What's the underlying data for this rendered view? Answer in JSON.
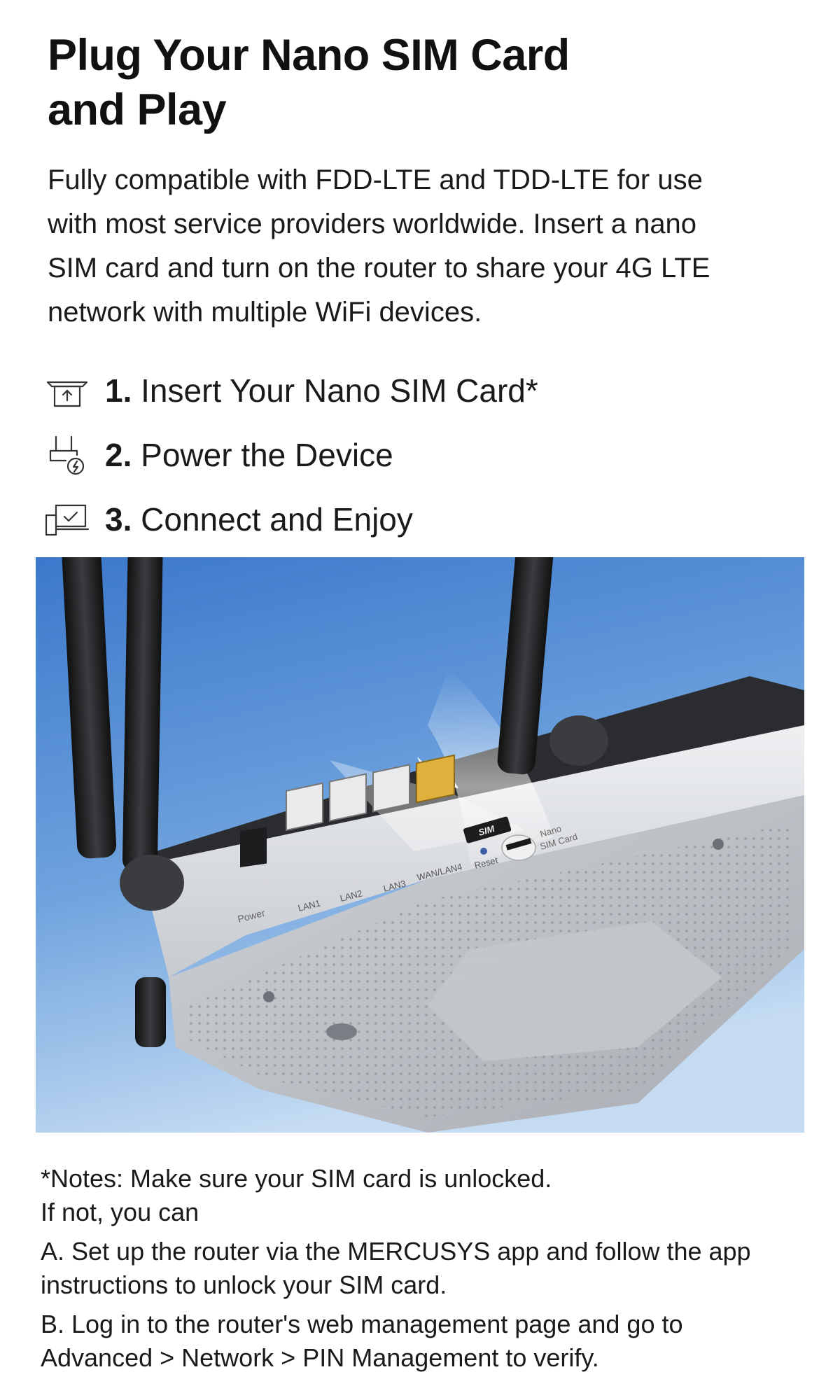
{
  "heading": {
    "line1": "Plug Your Nano SIM Card",
    "line2": "and Play"
  },
  "intro": {
    "lines": [
      "Fully compatible with FDD-LTE and TDD-LTE for use",
      "with most service providers worldwide. Insert a nano",
      "SIM card and turn on the router to share your 4G LTE",
      "network with multiple WiFi devices."
    ]
  },
  "steps": [
    {
      "num": "1.",
      "label": "Insert Your Nano SIM Card*",
      "icon": "sim-insert-icon"
    },
    {
      "num": "2.",
      "label": "Power the Device",
      "icon": "power-plug-icon"
    },
    {
      "num": "3.",
      "label": "Connect and Enjoy",
      "icon": "devices-check-icon"
    }
  ],
  "router": {
    "sim_label": "SIM",
    "nano_label": "Nano",
    "sim_card_label": "SIM Card",
    "reset_label": "Reset",
    "wan_label": "WAN/LAN4",
    "lan3_label": "LAN3",
    "lan2_label": "LAN2",
    "lan1_label": "LAN1",
    "power_label": "Power"
  },
  "notes": {
    "line1": "*Notes: Make sure your SIM card is unlocked.",
    "line2": "If not, you can",
    "a1": "A. Set up the router via the MERCUSYS app and follow the app",
    "a2": "instructions to unlock your SIM card.",
    "b1": "B. Log in to the router's web management page and go to",
    "b2": "Advanced > Network > PIN Management to verify."
  },
  "colors": {
    "sky_top": "#3f7fd0",
    "sky_bottom": "#b8d3ef",
    "router_body": "#d9dbde",
    "router_dark": "#2b2d30",
    "wan_port": "#e0b03c"
  }
}
